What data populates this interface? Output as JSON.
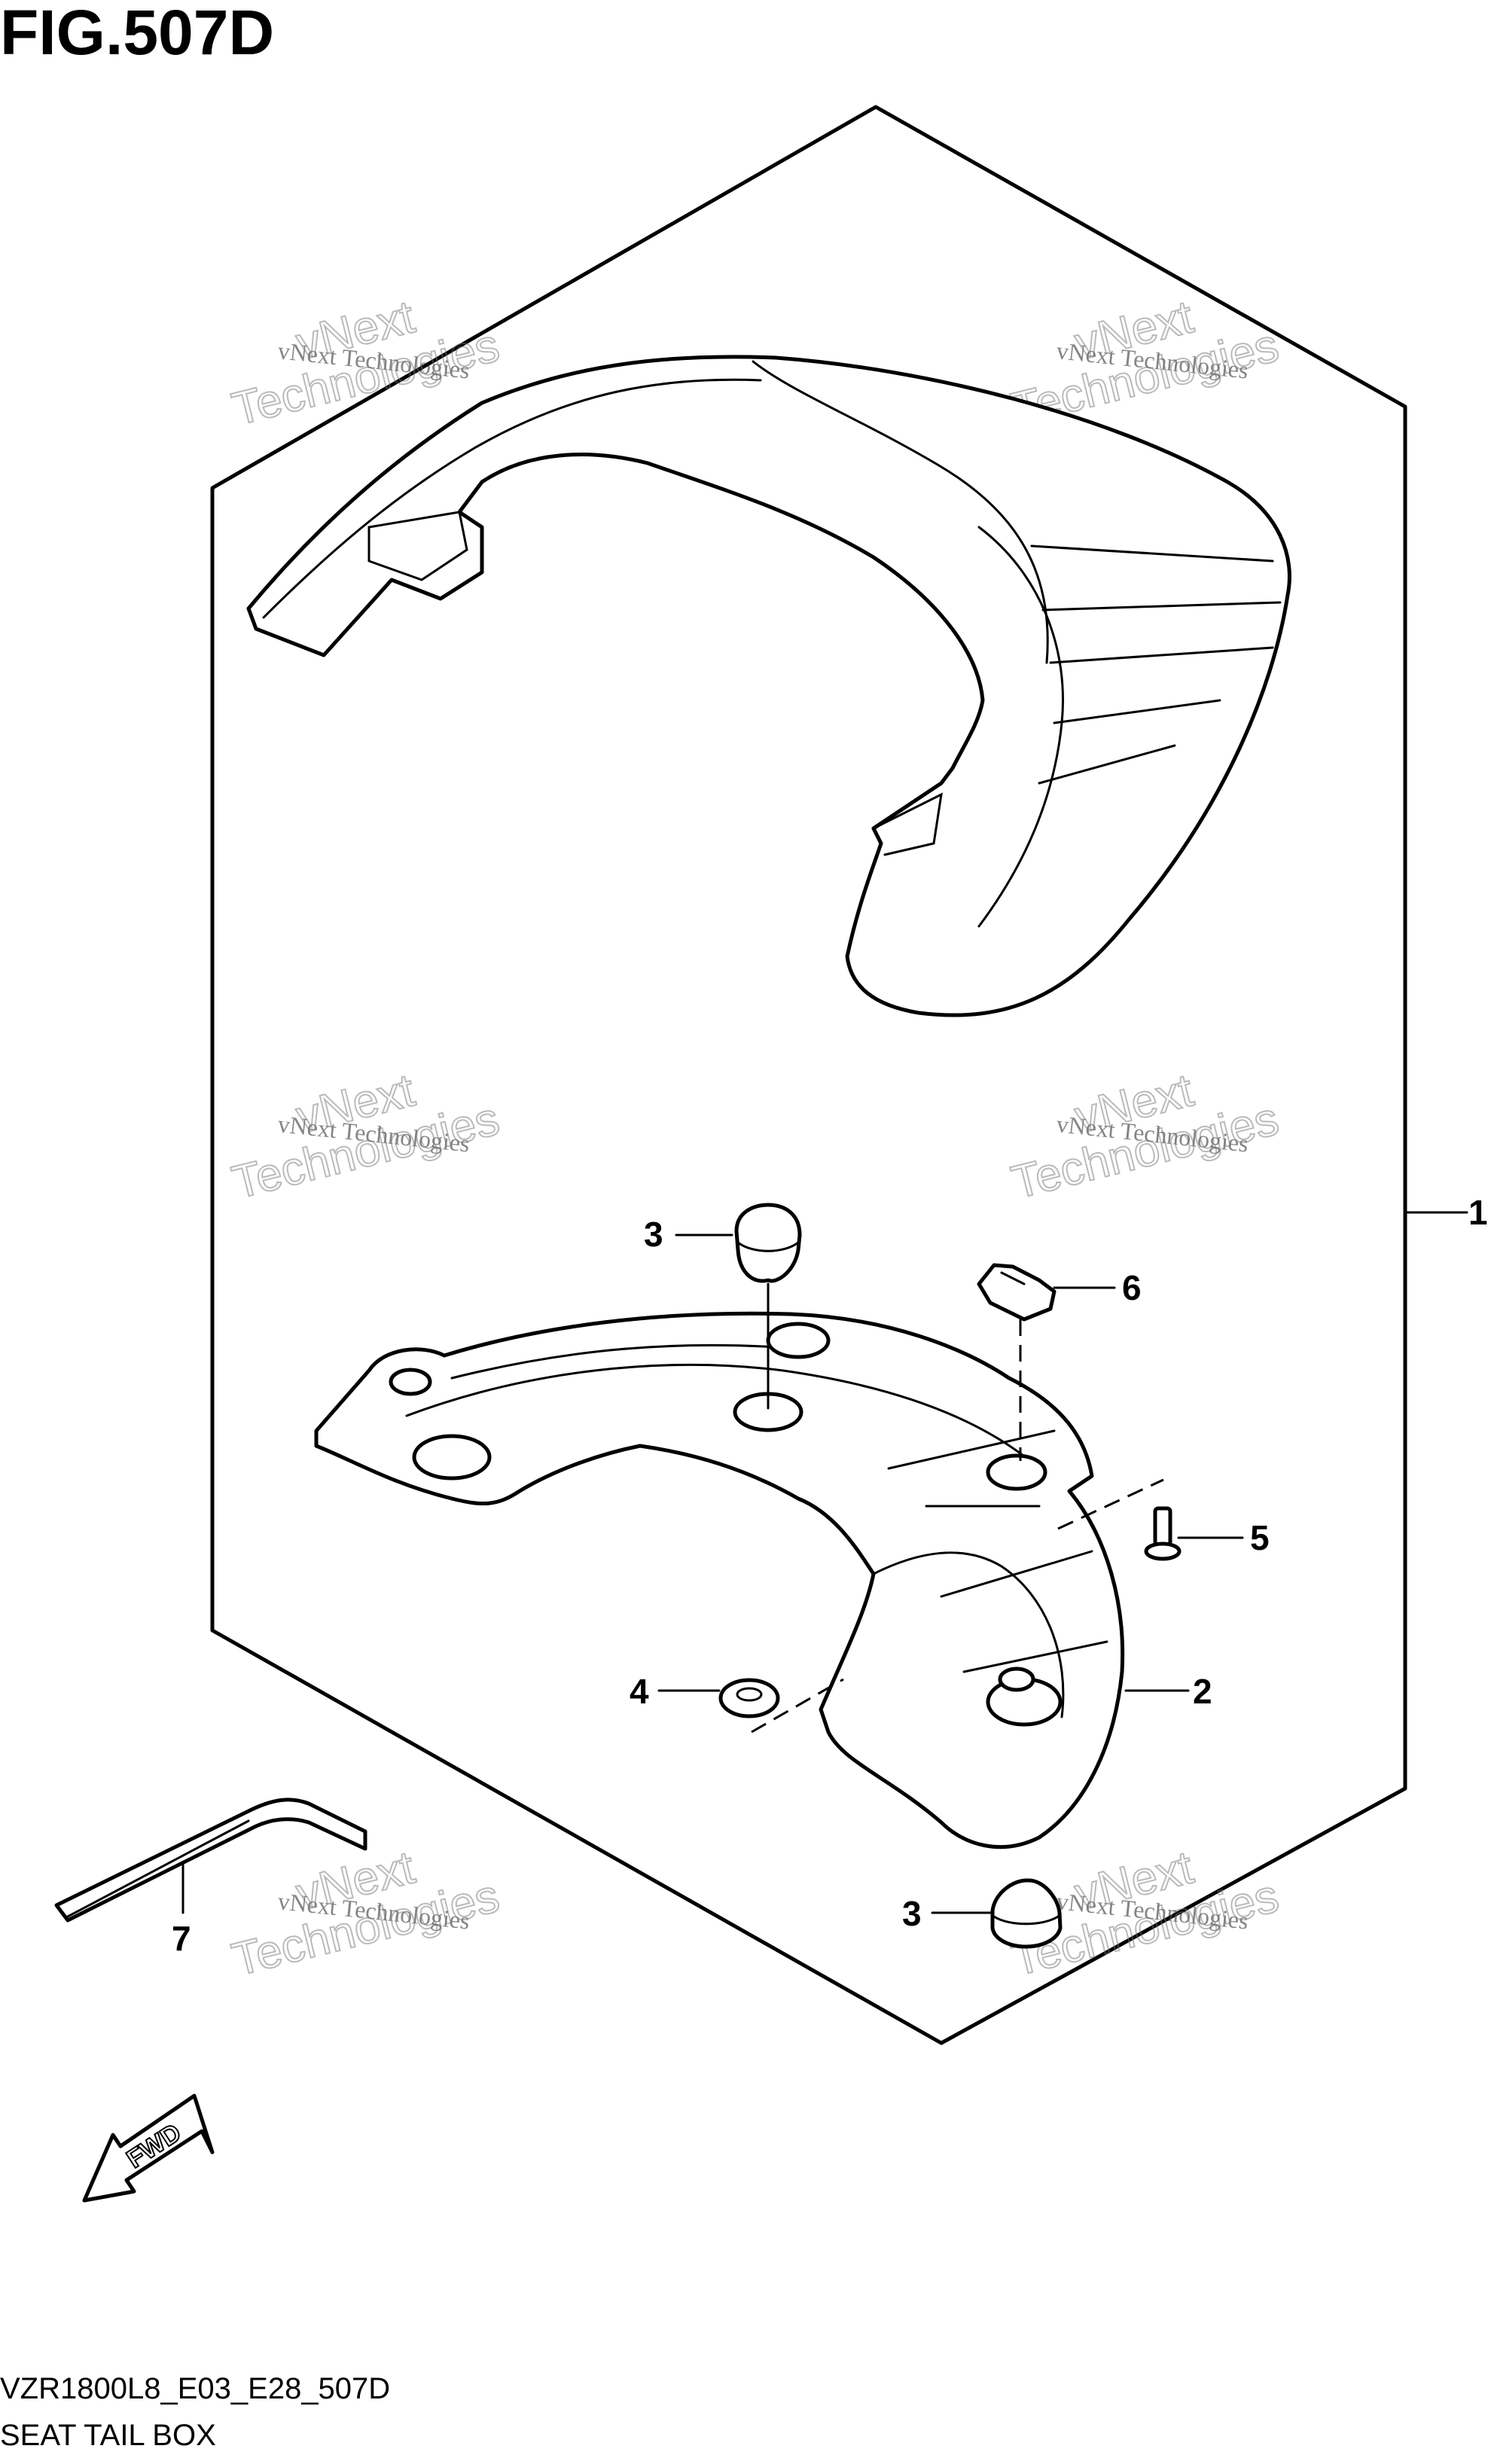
{
  "figure": {
    "title": "FIG.507D",
    "code": "VZR1800L8_E03_E28_507D",
    "name": "SEAT TAIL BOX"
  },
  "callouts": [
    {
      "id": "1",
      "label": "1"
    },
    {
      "id": "2",
      "label": "2"
    },
    {
      "id": "3a",
      "label": "3"
    },
    {
      "id": "3b",
      "label": "3"
    },
    {
      "id": "4",
      "label": "4"
    },
    {
      "id": "5",
      "label": "5"
    },
    {
      "id": "6",
      "label": "6"
    },
    {
      "id": "7",
      "label": "7"
    }
  ],
  "direction_arrow": {
    "label": "FWD",
    "icon": "forward-arrow-icon"
  },
  "watermark": {
    "line1": "vNext Technologies",
    "line2": "vNext",
    "line3": "Technologies"
  }
}
